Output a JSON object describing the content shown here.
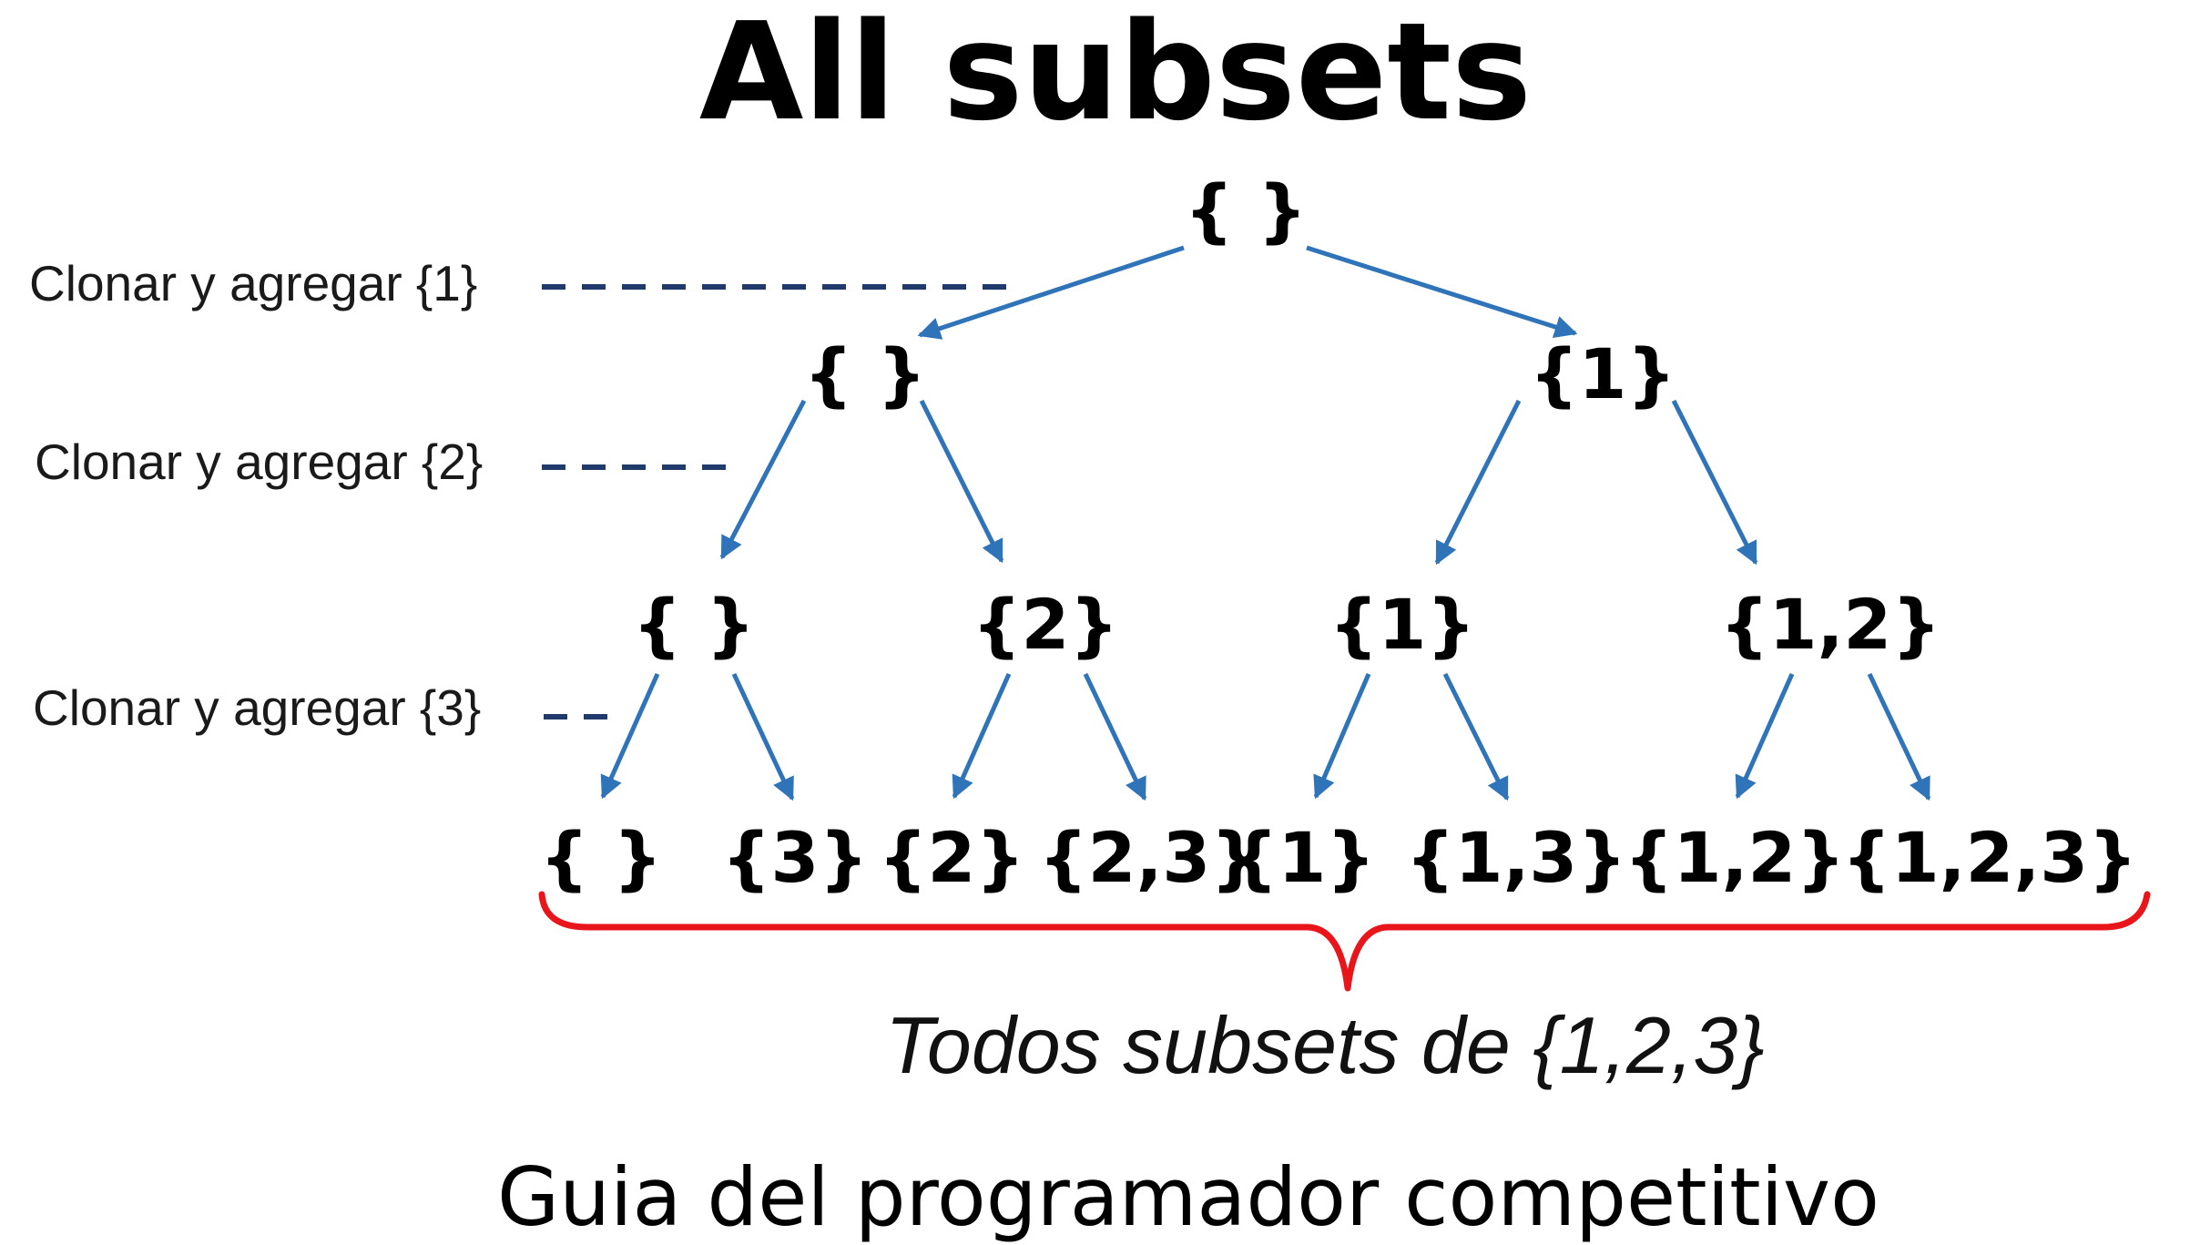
{
  "title": "All subsets",
  "nodes": {
    "root": "{ }",
    "l1_left": "{ }",
    "l1_right": "{1}",
    "l2_a": "{ }",
    "l2_b": "{2}",
    "l2_c": "{1}",
    "l2_d": "{1,2}",
    "l3_a": "{ }",
    "l3_b": "{3}",
    "l3_c": "{2}",
    "l3_d": "{2,3}",
    "l3_e": "{1}",
    "l3_f": "{1,3}",
    "l3_g": "{1,2}",
    "l3_h": "{1,2,3}"
  },
  "step_labels": {
    "step1": "Clonar y agregar {1}",
    "step2": "Clonar y agregar {2}",
    "step3": "Clonar y agregar {3}"
  },
  "caption": "Todos subsets de {1,2,3}",
  "footer": "Guia del programador competitivo",
  "colors": {
    "edge": "#2f73b8",
    "dash": "#1f3a6b",
    "brace": "#e8151b"
  }
}
